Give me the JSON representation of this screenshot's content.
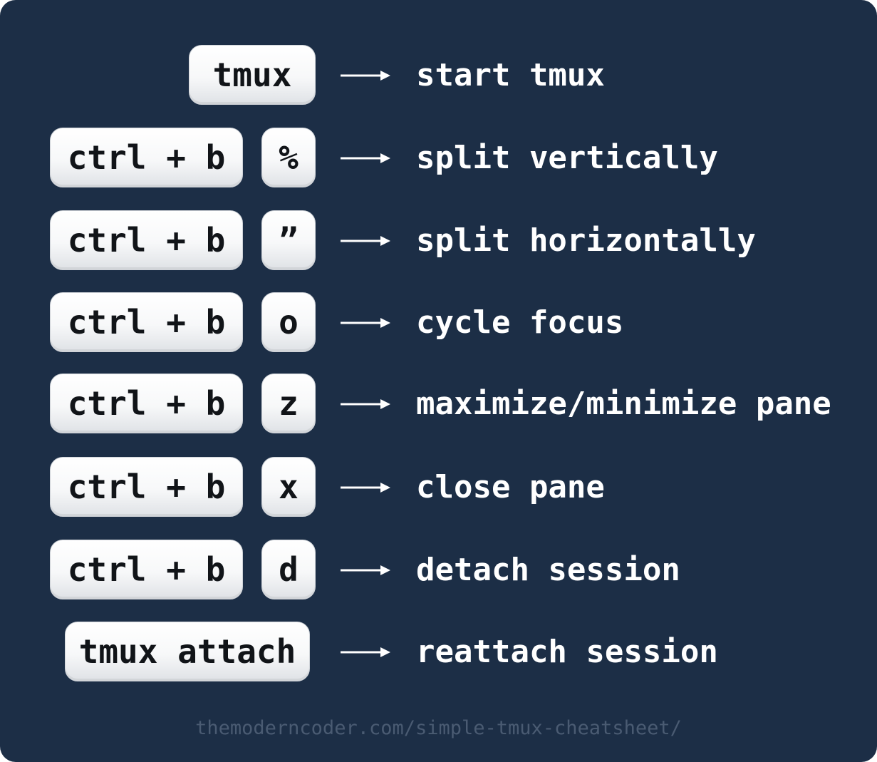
{
  "rows": [
    {
      "keys": [
        "tmux"
      ],
      "description": "start tmux"
    },
    {
      "keys": [
        "ctrl + b",
        "%"
      ],
      "description": "split vertically"
    },
    {
      "keys": [
        "ctrl + b",
        "”"
      ],
      "description": "split horizontally"
    },
    {
      "keys": [
        "ctrl + b",
        "o"
      ],
      "description": "cycle focus"
    },
    {
      "keys": [
        "ctrl + b",
        "z"
      ],
      "description": "maximize/minimize pane"
    },
    {
      "keys": [
        "ctrl + b",
        "x"
      ],
      "description": "close pane"
    },
    {
      "keys": [
        "ctrl + b",
        "d"
      ],
      "description": "detach session"
    },
    {
      "keys": [
        "tmux attach"
      ],
      "description": "reattach session"
    }
  ],
  "footer": "themoderncoder.com/simple-tmux-cheatsheet/",
  "colors": {
    "background": "#1c2e46",
    "key_face": "#f7f8f9",
    "text": "#ffffff",
    "footer_text": "#4a5b72"
  },
  "icons": {
    "arrow": "right-arrow-icon"
  }
}
